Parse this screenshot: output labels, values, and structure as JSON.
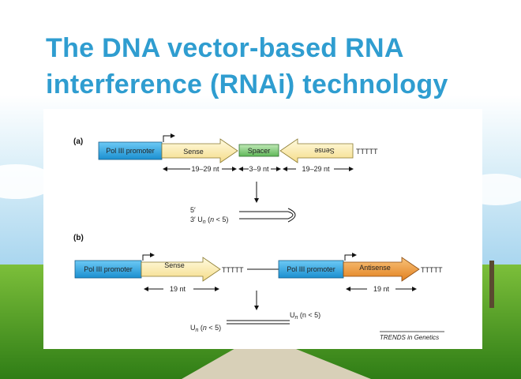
{
  "slide": {
    "title_line1": "The DNA vector-based RNA",
    "title_line2": "interference (RNAi) technology"
  },
  "colors": {
    "title": "#2f9dd0",
    "promoter_box": "#2aa7e6",
    "sense_arrow": "#fff2b8",
    "spacer_box": "#7ccf7a",
    "antisense_arrow": "#f2a24a",
    "line": "#111111"
  },
  "panel_a": {
    "label": "(a)",
    "promoter": "Pol III promoter",
    "sense": "Sense",
    "spacer": "Spacer",
    "antisense_flipped": "Sense",
    "terminator": "TTTTT",
    "len_sense": "19–29 nt",
    "len_spacer": "3–9 nt",
    "len_antisense": "19–29 nt",
    "hairpin_5": "5′",
    "hairpin_3_prefix": "3′ U",
    "hairpin_3_sub": "n",
    "hairpin_3_paren_open": " (",
    "hairpin_3_n": "n",
    "hairpin_3_rest": " < 5)"
  },
  "panel_b": {
    "label": "(b)",
    "promoter1": "Pol III promoter",
    "sense": "Sense",
    "terminator1": "TTTTT",
    "promoter2": "Pol III promoter",
    "antisense": "Antisense",
    "terminator2": "TTTTT",
    "len_sense": "19 nt",
    "len_antisense": "19 nt",
    "duplex_left_u": "U",
    "duplex_left_sub": "n",
    "duplex_left_open": " (",
    "duplex_left_n": "n",
    "duplex_left_rest": " < 5)",
    "duplex_right_u": "U",
    "duplex_right_sub": "n",
    "duplex_right_rest": " (n < 5)"
  },
  "source": "TRENDS in Genetics"
}
